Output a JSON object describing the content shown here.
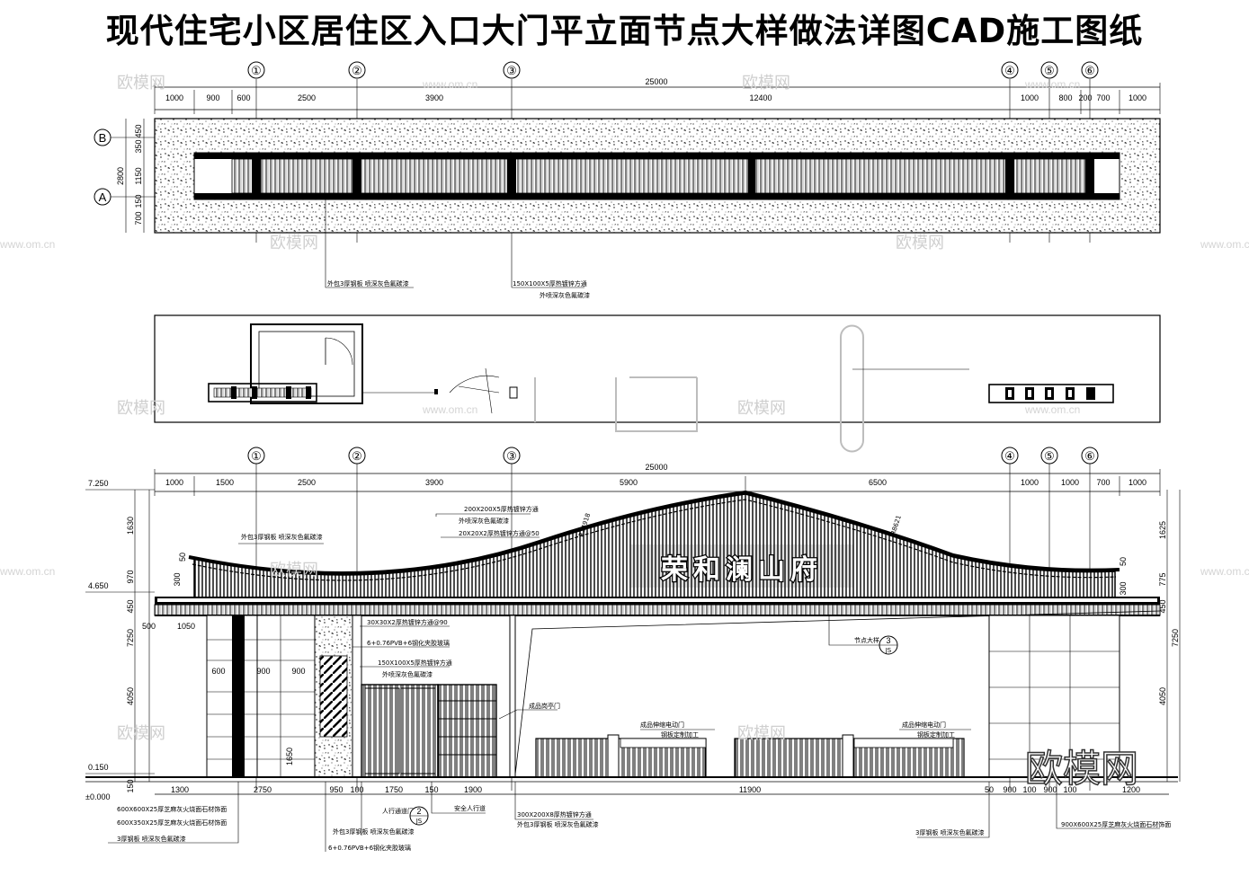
{
  "title": "现代住宅小区居住区入口大门平立面节点大样做法详图CAD施工图纸",
  "axes": [
    "①",
    "②",
    "③",
    "④",
    "⑤",
    "⑥"
  ],
  "grid_axes": [
    "B",
    "A"
  ],
  "plan": {
    "total": "25000",
    "top_dims": [
      "1000",
      "900",
      "600",
      "2500",
      "3900",
      "12400",
      "1000",
      "800",
      "200",
      "700",
      "1000"
    ],
    "side_dims": [
      "450",
      "350",
      "2800",
      "1150",
      "150",
      "700"
    ],
    "notes": [
      "外包3厚钢板 喷深灰色氟碳漆",
      "150X100X5厚热镀锌方通",
      "外喷深灰色氟碳漆"
    ]
  },
  "elevation": {
    "total": "25000",
    "top_dims": [
      "1000",
      "1500",
      "2500",
      "3900",
      "5900",
      "6500",
      "1000",
      "1000",
      "700",
      "1000"
    ],
    "bottom_dims": [
      "1300",
      "2750",
      "950",
      "100",
      "1750",
      "150",
      "1900",
      "11900",
      "50",
      "900",
      "100",
      "900",
      "100",
      "1200"
    ],
    "left_dims": [
      "1630",
      "970",
      "450",
      "500",
      "1050",
      "7250",
      "4050",
      "1650",
      "150"
    ],
    "right_dims": [
      "1625",
      "775",
      "450",
      "7250",
      "4050"
    ],
    "levels": [
      "7.250",
      "4.650",
      "0.150",
      "±0.000"
    ],
    "sign_text": "荣和澜山府",
    "radius_left": "R24918",
    "radius_right": "R8621",
    "inner_dims": [
      "600",
      "900",
      "900",
      "50",
      "300",
      "300",
      "50"
    ],
    "notes": [
      "外包3厚钢板 喷深灰色氟碳漆",
      "200X200X5厚热镀锌方通",
      "外喷深灰色氟碳漆",
      "20X20X2厚热镀锌方通@50",
      "30X30X2厚热镀锌方通@90",
      "6+0.76PVB+6钢化夹胶玻璃",
      "150X100X5厚热镀锌方通",
      "外喷深灰色氟碳漆",
      "成品岗亭门",
      "成品伸缩电动门",
      "钢板定制加工",
      "成品伸缩电动门",
      "钢板定制加工",
      "节点大样",
      "600X600X25厚芝麻灰火烧面石材饰面",
      "600X350X25厚芝麻灰火烧面石材饰面",
      "3厚钢板 喷深灰色氟碳漆",
      "人行通道门",
      "外包3厚钢板 喷深灰色氟碳漆",
      "6+0.76PVB+6钢化夹胶玻璃",
      "安全人行道",
      "300X200X8厚热镀锌方通",
      "外包3厚钢板 喷深灰色氟碳漆",
      "3厚钢板 喷深灰色氟碳漆",
      "900X600X25厚芝麻灰火烧面石材饰面"
    ],
    "callout_num": "3",
    "callout_sheet": "JS",
    "callout2_num": "2",
    "callout2_sheet": "JS"
  },
  "watermarks": [
    "欧模网",
    "www.om.cn",
    "欧模网",
    "www.om.cn",
    "欧模网"
  ],
  "watermark_big": "欧模网",
  "colors": {
    "line": "#000000",
    "watermark": "#cfcfcf"
  }
}
